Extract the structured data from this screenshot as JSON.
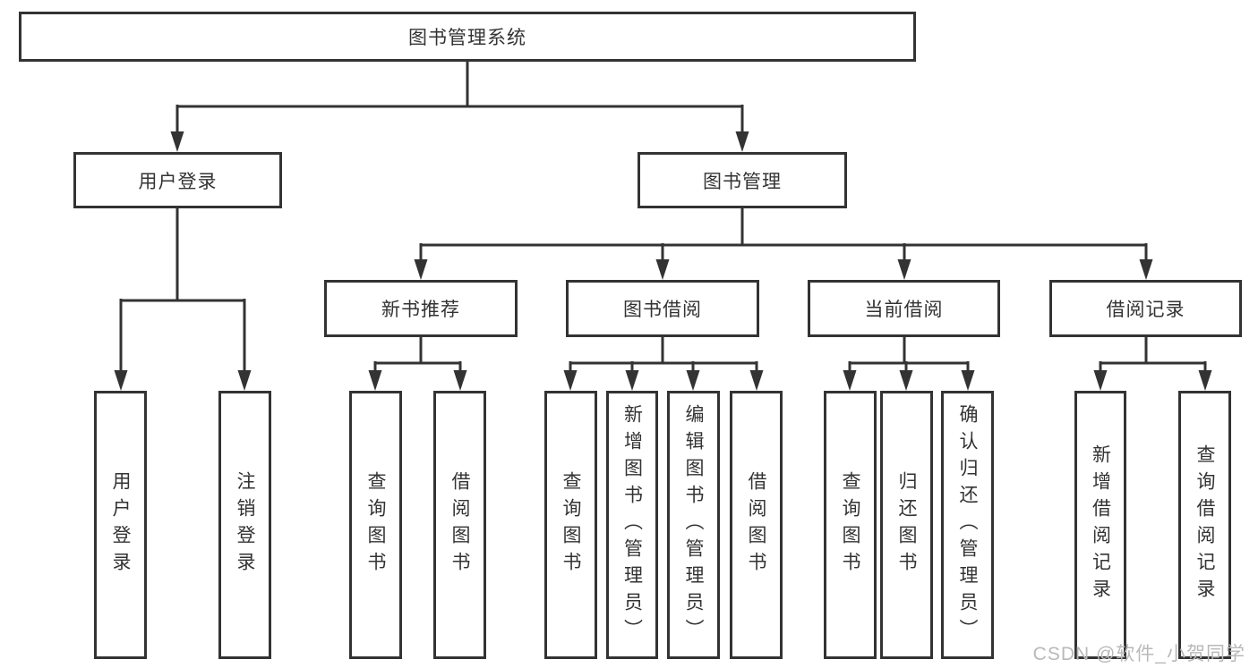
{
  "diagram": {
    "title": "图书管理系统",
    "root": {
      "label": "图书管理系统"
    },
    "level2": [
      {
        "label": "用户登录"
      },
      {
        "label": "图书管理"
      }
    ],
    "level3": [
      {
        "label": "新书推荐",
        "parent": "图书管理"
      },
      {
        "label": "图书借阅",
        "parent": "图书管理"
      },
      {
        "label": "当前借阅",
        "parent": "图书管理"
      },
      {
        "label": "借阅记录",
        "parent": "图书管理"
      }
    ],
    "leaves": [
      {
        "label": "用户登录",
        "parent": "用户登录"
      },
      {
        "label": "注销登录",
        "parent": "用户登录"
      },
      {
        "label": "查询图书",
        "parent": "新书推荐"
      },
      {
        "label": "借阅图书",
        "parent": "新书推荐"
      },
      {
        "label": "查询图书",
        "parent": "图书借阅"
      },
      {
        "label": "新增图书（管理员）",
        "parent": "图书借阅"
      },
      {
        "label": "编辑图书（管理员）",
        "parent": "图书借阅"
      },
      {
        "label": "借阅图书",
        "parent": "图书借阅"
      },
      {
        "label": "查询图书",
        "parent": "当前借阅"
      },
      {
        "label": "归还图书",
        "parent": "当前借阅"
      },
      {
        "label": "确认归还（管理员）",
        "parent": "当前借阅"
      },
      {
        "label": "新增借阅记录",
        "parent": "借阅记录"
      },
      {
        "label": "查询借阅记录",
        "parent": "借阅记录"
      }
    ]
  },
  "watermark": {
    "text": "CSDN @软件_小贺同学"
  },
  "colors": {
    "line": "#333333",
    "box_border": "#333333",
    "text": "#333333",
    "background": "#ffffff",
    "watermark": "#b9b9b9"
  }
}
